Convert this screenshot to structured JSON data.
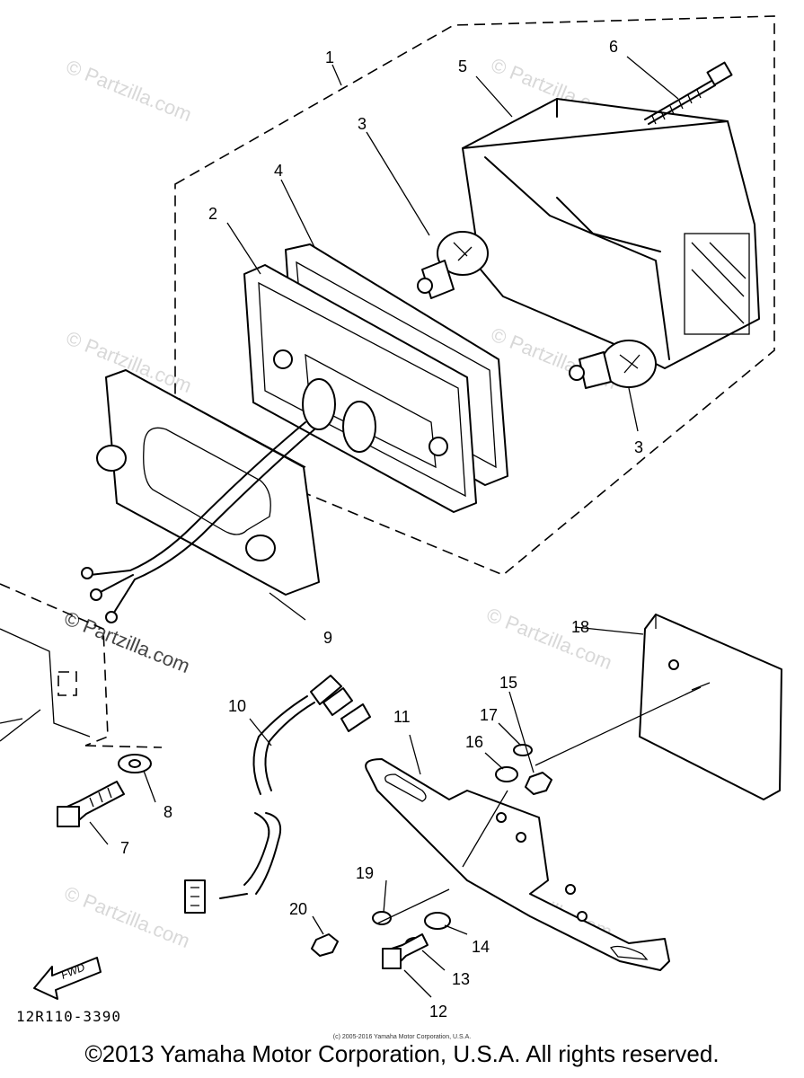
{
  "callouts": {
    "c1": "1",
    "c2": "2",
    "c3a": "3",
    "c3b": "3",
    "c4": "4",
    "c5": "5",
    "c6": "6",
    "c7": "7",
    "c8": "8",
    "c9": "9",
    "c10": "10",
    "c11": "11",
    "c12": "12",
    "c13": "13",
    "c14": "14",
    "c15": "15",
    "c16": "16",
    "c17": "17",
    "c18": "18",
    "c19": "19",
    "c20": "20"
  },
  "watermark": "© Partzilla.com",
  "direction_arrow_label": "FWD",
  "part_number": "12R110-3390",
  "small_copyright": "(c) 2005-2016 Yamaha Motor Corporation, U.S.A.",
  "copyright": "©2013 Yamaha Motor Corporation, U.S.A. All rights reserved."
}
